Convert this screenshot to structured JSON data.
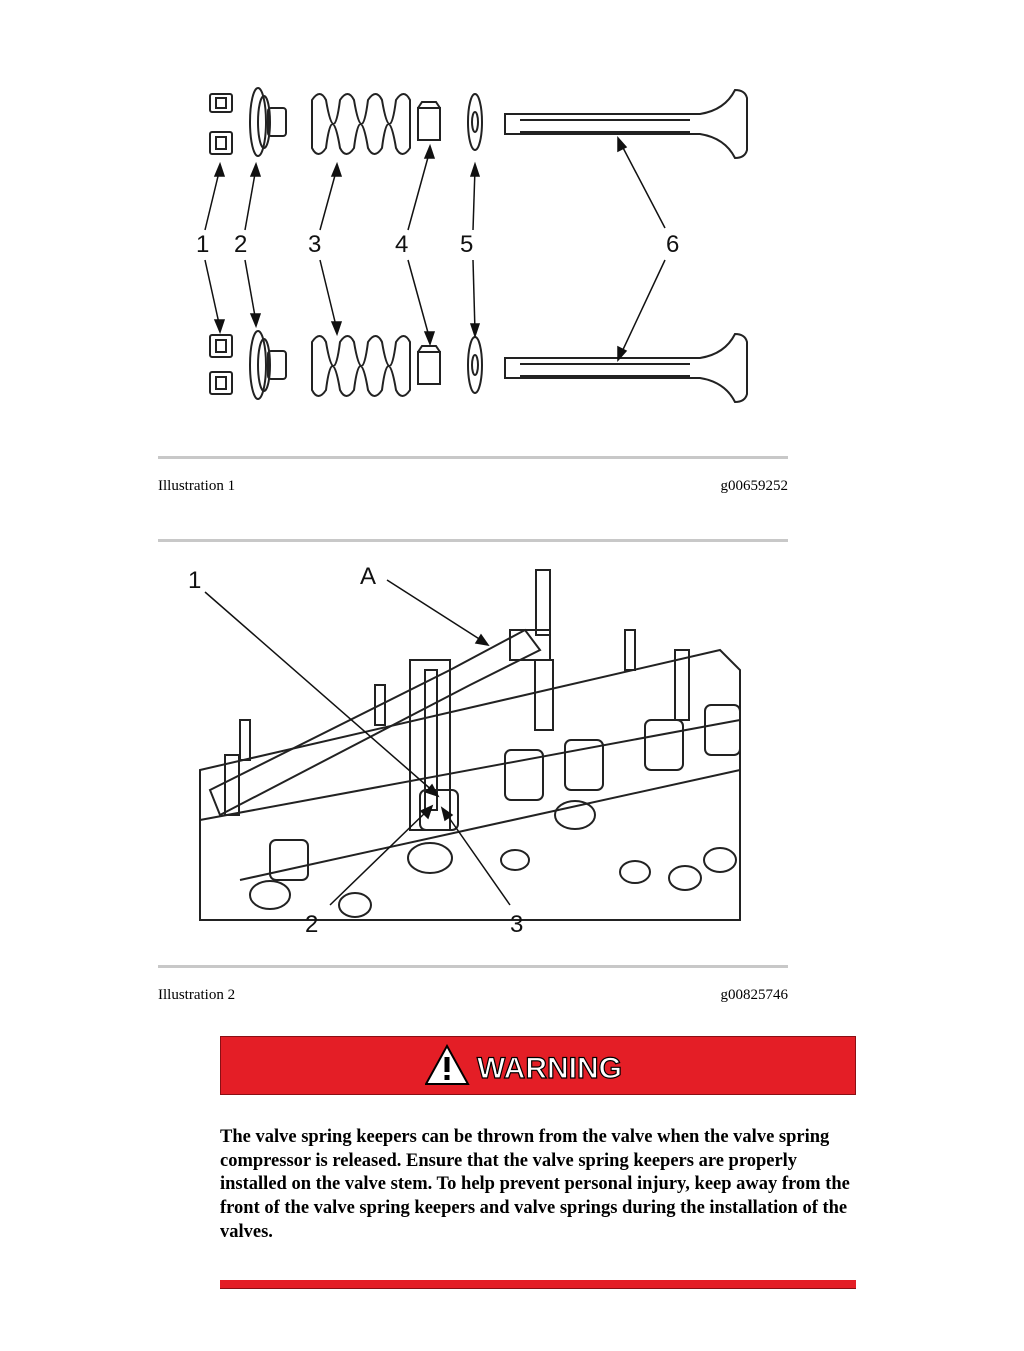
{
  "illustration1": {
    "caption": "Illustration 1",
    "id": "g00659252",
    "callouts": [
      "1",
      "2",
      "3",
      "4",
      "5",
      "6"
    ]
  },
  "illustration2": {
    "caption": "Illustration 2",
    "id": "g00825746",
    "callouts": [
      "1",
      "A",
      "2",
      "3"
    ]
  },
  "warning": {
    "title": "WARNING",
    "icon": "warning-triangle-icon",
    "text": "The valve spring keepers can be thrown from the valve when the valve spring compressor is released. Ensure that the valve spring keepers are properly installed on the valve stem. To help prevent personal injury, keep away from the front of the valve spring keepers and valve springs during the installation of the valves.",
    "color": "#e41e26"
  }
}
